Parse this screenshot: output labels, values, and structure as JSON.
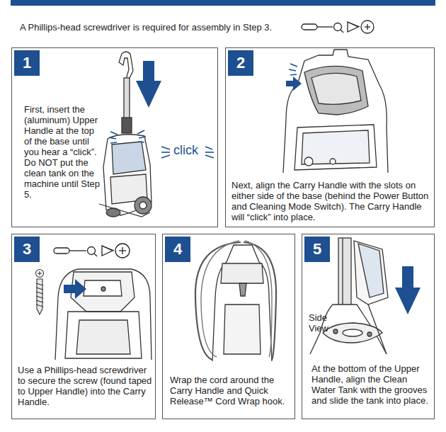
{
  "diagram": {
    "nodes": [
      {
        "text": [
          "First, insert the (aluminum) Upper Handle at the top of the base until you hear a “click”. Do NOT put the clean tank on the machine until Step 5."
        ]
      },
      {
        "text": [
          "1"
        ],
        "in": 0
      },
      {
        "text": [
          "Next, align the Carry Handle with the slots on either side of the base (behind the Power Button and Cleaning Mode Switch). The Carry Handle will “click” into place."
        ]
      },
      {
        "text": [
          "2"
        ],
        "in": 2
      },
      {
        "text": [
          "Use a Phillips-head screwdriver to secure the screw (found taped to Upper Handle) into the Carry Handle."
        ]
      },
      {
        "text": [
          "3"
        ],
        "in": 4
      },
      {
        "text": [
          "Wrap the cord around the Carry Handle and Quick Release™ Cord Wrap hook."
        ]
      },
      {
        "text": [
          "4"
        ],
        "in": 6
      },
      {
        "text": [
          "At the bottom of the Upper Handle, align the Clean Water Tank with the grooves and slide the tank into place."
        ]
      },
      {
        "text": [
          "5"
        ],
        "in": 8
      }
    ],
    "labels": [
      "A Phillips-head screwdriver is required for assembly in Step 3.",
      "click",
      "Side View"
    ]
  }
}
